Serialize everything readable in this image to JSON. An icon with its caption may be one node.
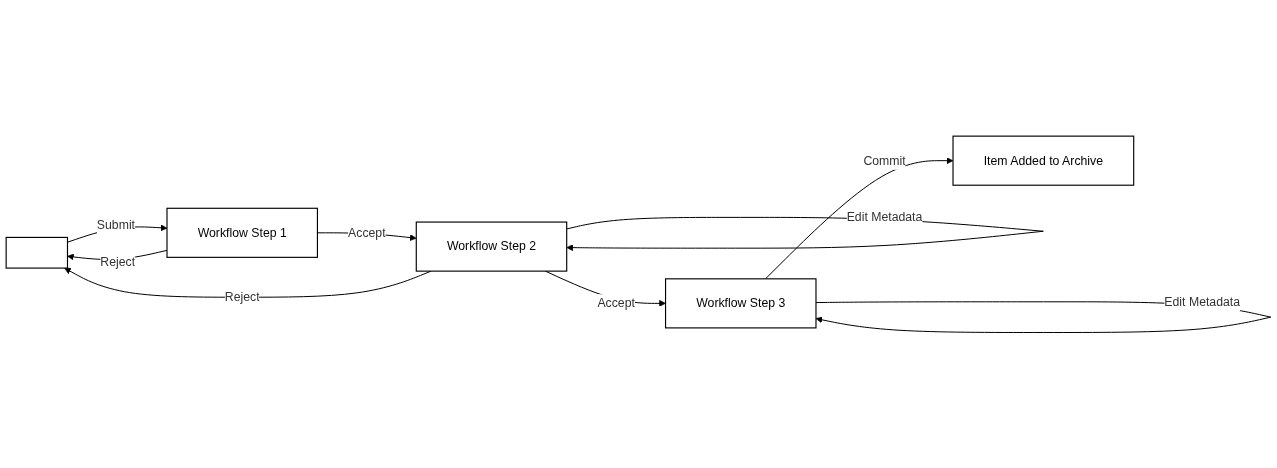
{
  "diagram": {
    "nodes": [
      {
        "text": [],
        "shape": "box"
      },
      {
        "text": [
          "Workflow Step 1"
        ]
      },
      {
        "text": [
          "Workflow Step 2"
        ]
      },
      {
        "text": [
          "Workflow Step 3"
        ]
      },
      {
        "text": [
          "Item Added to Archive"
        ]
      }
    ],
    "edges": [
      {
        "from": 0,
        "to": 1,
        "arrow": "to",
        "label": "Submit"
      },
      {
        "from": 1,
        "to": 2,
        "arrow": "to",
        "label": "Accept"
      },
      {
        "from": 2,
        "to": 2,
        "arrow": "to",
        "label": "Edit Metadata"
      },
      {
        "from": 2,
        "to": 3,
        "arrow": "to",
        "label": "Accept"
      },
      {
        "from": 3,
        "to": 3,
        "arrow": "to",
        "label": "Edit Metadata"
      },
      {
        "from": 3,
        "to": 4,
        "arrow": "to",
        "label": "Commit"
      },
      {
        "from": 1,
        "to": 0,
        "arrow": "to",
        "label": "Reject"
      },
      {
        "from": 2,
        "to": 0,
        "arrow": "to",
        "label": "Reject"
      }
    ]
  }
}
